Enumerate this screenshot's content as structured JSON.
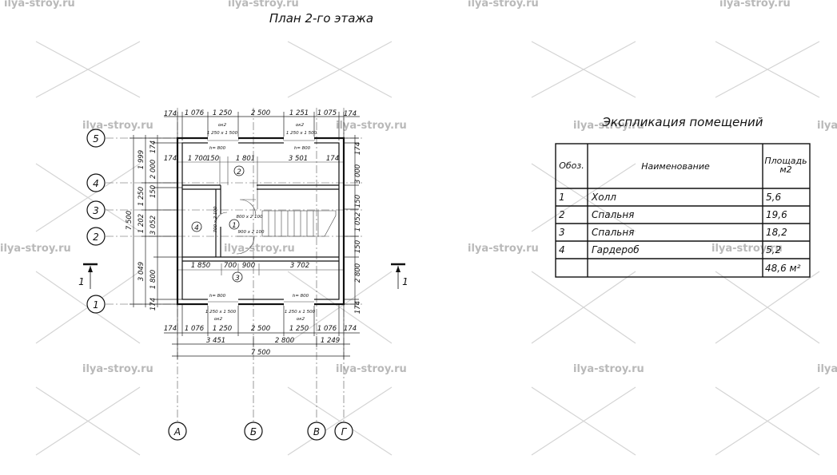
{
  "plan": {
    "title": "План 2-го этажа",
    "axes_letters": [
      "А",
      "Б",
      "В",
      "Г"
    ],
    "axes_numbers": [
      "5",
      "4",
      "3",
      "2",
      "1"
    ],
    "section_mark": "1",
    "top_dims_outer": [
      "174",
      "1 076",
      "1 250",
      "2 500",
      "1 251",
      "1 075",
      "174"
    ],
    "top_window_labels": [
      "ок2",
      "ок2"
    ],
    "top_window_sizes": [
      "1 250 x 1 500",
      "1 250 x 1 500"
    ],
    "sill_labels": [
      "h= 800",
      "h= 800",
      "h= 800",
      "h= 800"
    ],
    "inner_dims_top": [
      "174",
      "1 700",
      "150",
      "1 801",
      "3 501",
      "174"
    ],
    "inner_dims_mid": [
      "1 850",
      "700",
      "900",
      "3 702"
    ],
    "left_dims_outer": [
      "7 500"
    ],
    "left_dims_mid": [
      "1 999",
      "1 250",
      "1 202",
      "3 049"
    ],
    "left_dims_inner": [
      "174",
      "2 000",
      "150",
      "3 052",
      "1 800",
      "174"
    ],
    "right_dims": [
      "174",
      "3 000",
      "150",
      "1 052",
      "150",
      "2 800",
      "174"
    ],
    "door_sizes": [
      "800 x 2 100",
      "900 x 2 100",
      "700 x 2 100"
    ],
    "room_numbers": [
      "1",
      "2",
      "3",
      "4"
    ],
    "bottom_window_labels": [
      "ок2",
      "ок2"
    ],
    "bottom_window_sizes": [
      "1 250 x 1 500",
      "1 250 x 1 500"
    ],
    "bottom_dims_1": [
      "174",
      "1 076",
      "1 250",
      "2 500",
      "1 250",
      "1 076",
      "174"
    ],
    "bottom_dims_2": [
      "3 451",
      "2 800",
      "1 249"
    ],
    "bottom_dims_total": "7 500"
  },
  "explication": {
    "title": "Экспликация помещений",
    "headers": {
      "code": "Обоз.",
      "name": "Наименование",
      "area_line1": "Площадь",
      "area_line2": "м2"
    },
    "rows": [
      {
        "code": "1",
        "name": "Холл",
        "area": "5,6"
      },
      {
        "code": "2",
        "name": "Спальня",
        "area": "19,6"
      },
      {
        "code": "3",
        "name": "Спальня",
        "area": "18,2"
      },
      {
        "code": "4",
        "name": "Гардероб",
        "area": "5,2"
      }
    ],
    "total": "48,6 м²"
  },
  "watermark": "ilya-stroy.ru"
}
